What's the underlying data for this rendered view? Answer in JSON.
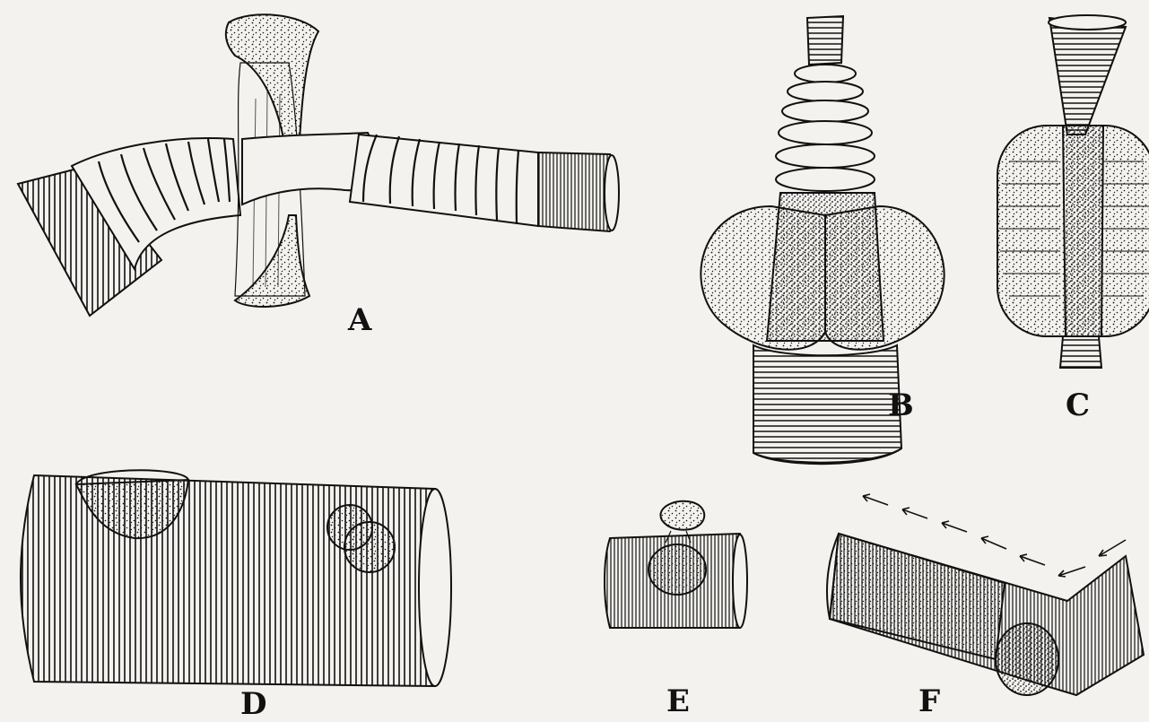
{
  "figure": {
    "panels": [
      {
        "id": "A",
        "label": "A"
      },
      {
        "id": "B",
        "label": "B"
      },
      {
        "id": "C",
        "label": "C"
      },
      {
        "id": "D",
        "label": "D"
      },
      {
        "id": "E",
        "label": "E"
      },
      {
        "id": "F",
        "label": "F"
      }
    ]
  },
  "colors": {
    "ink": "#111111",
    "paper": "#f4f2ee"
  }
}
